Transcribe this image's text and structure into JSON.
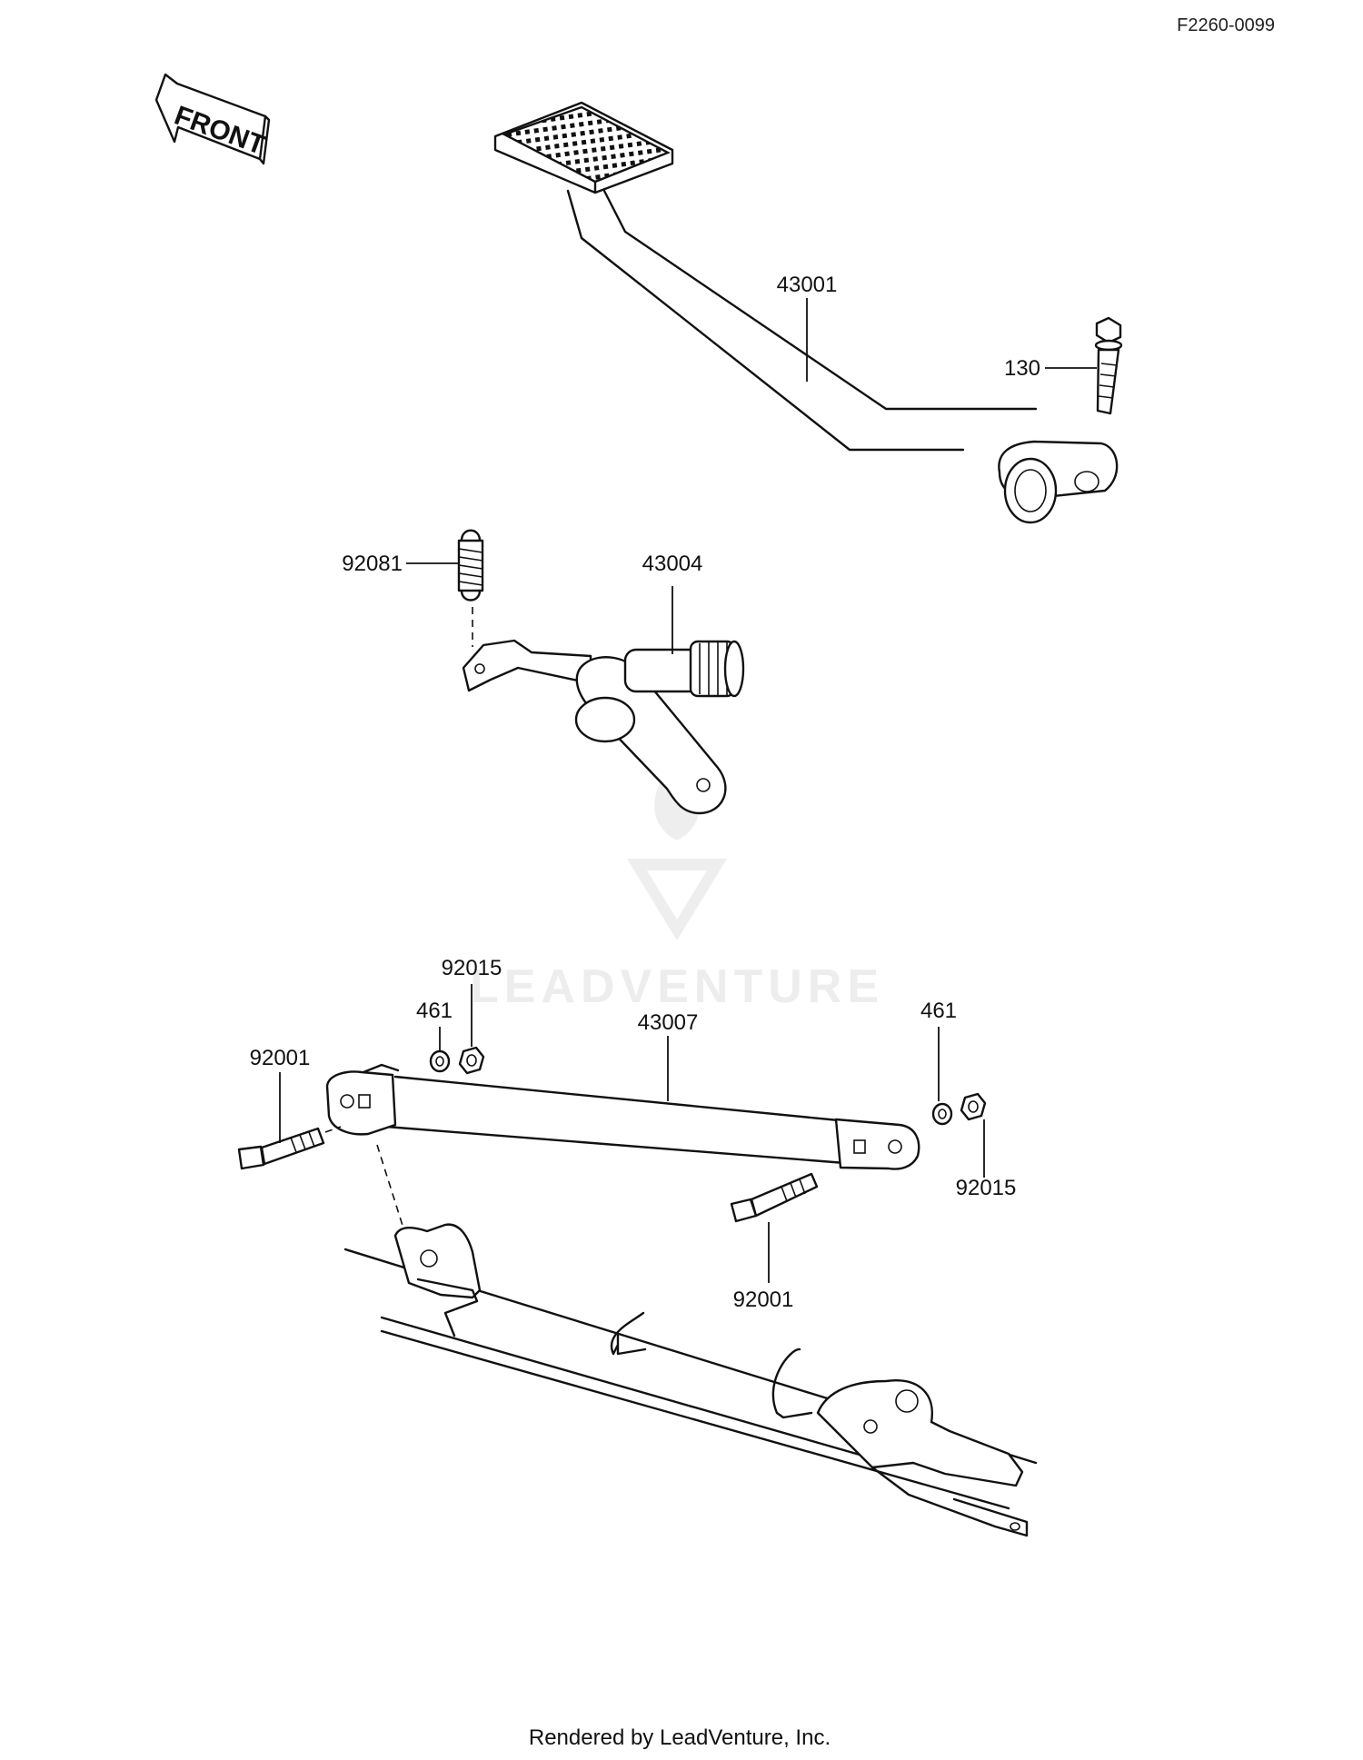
{
  "diagram_code": "F2260-0099",
  "front_arrow": {
    "label": "FRONT",
    "icon": "front-direction-arrow-icon"
  },
  "watermark": {
    "text": "LEADVENTURE",
    "icon": "leadventure-logo-icon"
  },
  "footer": "Rendered by LeadVenture, Inc.",
  "parts": [
    {
      "id": "brake-pedal",
      "number": "43001"
    },
    {
      "id": "pedal-bolt",
      "number": "130"
    },
    {
      "id": "return-spring",
      "number": "92081"
    },
    {
      "id": "brake-lever-shaft",
      "number": "43004"
    },
    {
      "id": "washer-left",
      "number": "461"
    },
    {
      "id": "nut-left",
      "number": "92015"
    },
    {
      "id": "brake-rod",
      "number": "43007"
    },
    {
      "id": "washer-right",
      "number": "461"
    },
    {
      "id": "bolt-left",
      "number": "92001"
    },
    {
      "id": "nut-right",
      "number": "92015"
    },
    {
      "id": "bolt-right",
      "number": "92001"
    }
  ]
}
